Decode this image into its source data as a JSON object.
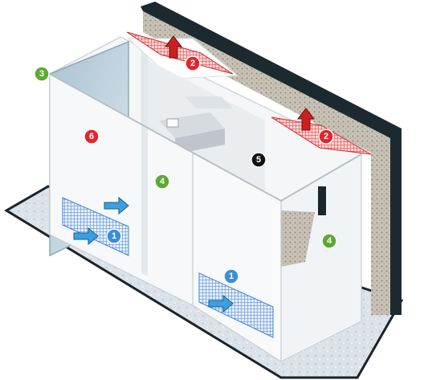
{
  "badges": [
    {
      "label": "1",
      "color": "#3a8fd9",
      "meaning": "intake-grille"
    },
    {
      "label": "1",
      "color": "#3a8fd9",
      "meaning": "intake-grille"
    },
    {
      "label": "2",
      "color": "#e0262c",
      "meaning": "exhaust-grille"
    },
    {
      "label": "2",
      "color": "#e0262c",
      "meaning": "exhaust-grille"
    },
    {
      "label": "3",
      "color": "#5bab33",
      "meaning": "frame-corner"
    },
    {
      "label": "4",
      "color": "#5bab33",
      "meaning": "acoustic-panel"
    },
    {
      "label": "4",
      "color": "#5bab33",
      "meaning": "acoustic-panel"
    },
    {
      "label": "5",
      "color": "#111111",
      "meaning": "roof-panel"
    },
    {
      "label": "6",
      "color": "#e0262c",
      "meaning": "insulation-lining"
    }
  ],
  "colors": {
    "intake_arrow": "#3b9fe0",
    "exhaust_arrow": "#cc1f1f",
    "grille_red": "#e84a4a",
    "grille_blue": "#3f83d6",
    "wall_dark": "#1c2a30",
    "base_slab": "#d3dde4",
    "panel_white": "#f4f6f8",
    "glass": "#b8cdd9"
  },
  "icons": [
    "intake-arrow-icon",
    "exhaust-arrow-icon"
  ]
}
